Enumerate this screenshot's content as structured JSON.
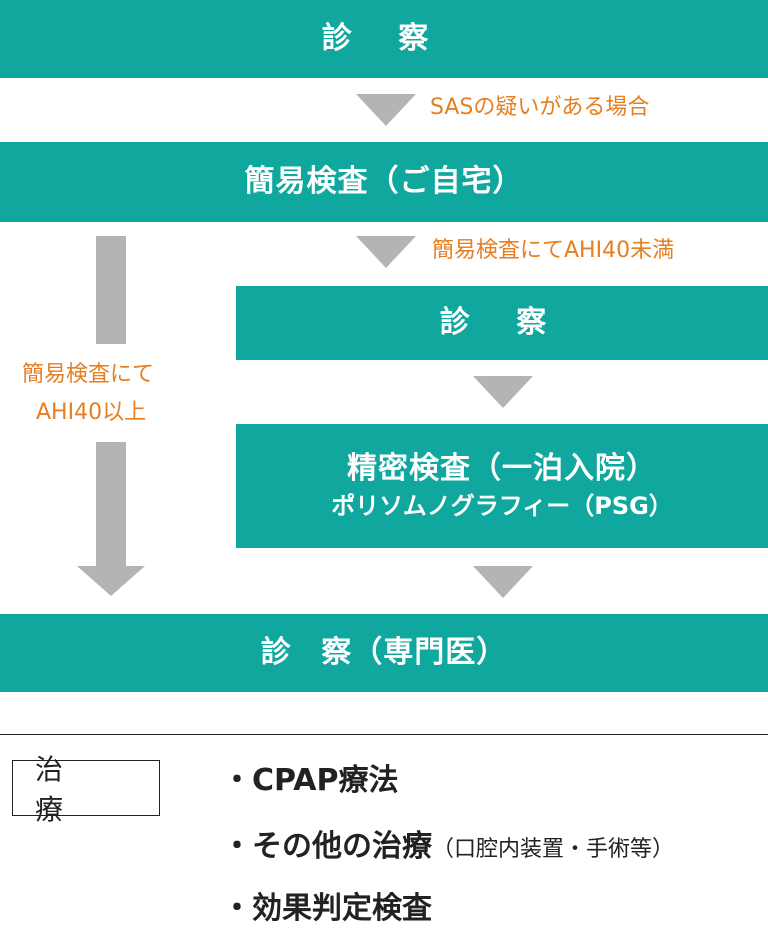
{
  "flow": {
    "step1": "診 察",
    "note1": "SASの疑いがある場合",
    "step2": "簡易検査（ご自宅）",
    "note2": "簡易検査にてAHI40未満",
    "side_note_line1": "簡易検査にて",
    "side_note_line2": "AHI40以上",
    "step3": "診 察",
    "step4_title": "精密検査（一泊入院）",
    "step4_sub": "ポリソムノグラフィー（PSG）",
    "step5": "診 察（専門医）"
  },
  "treatment": {
    "label": "治 療",
    "items": [
      {
        "bullet": "・",
        "text": "CPAP療法",
        "detail": ""
      },
      {
        "bullet": "・",
        "text": "その他の治療",
        "detail": "（口腔内装置・手術等）"
      },
      {
        "bullet": "・",
        "text": "効果判定検査",
        "detail": ""
      }
    ]
  },
  "colors": {
    "bar": "#0fa79e",
    "arrow": "#b4b4b4",
    "note": "#e67e22"
  }
}
